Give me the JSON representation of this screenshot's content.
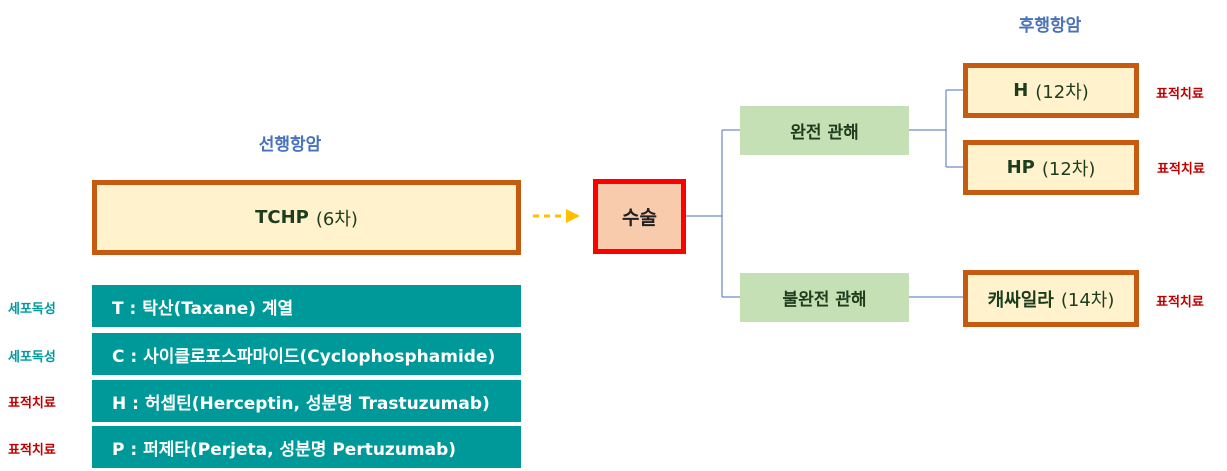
{
  "labels": {
    "neoadjuvant": "선행항암",
    "adjuvant": "후행항암"
  },
  "regimen": {
    "name": "TCHP",
    "cycles": "(6차)"
  },
  "surgery": "수술",
  "responses": {
    "complete": "완전 관해",
    "incomplete": "불완전 관해"
  },
  "adjuvant_boxes": [
    {
      "name": "H",
      "cycles": "(12차)",
      "tag": "표적치료"
    },
    {
      "name": "HP",
      "cycles": "(12차)",
      "tag": "표적치료"
    },
    {
      "name": "캐싸일라",
      "cycles": "(14차)",
      "tag": "표적치료"
    }
  ],
  "drugs": [
    {
      "tag": "세포독성",
      "text": "T : 탁산(Taxane) 계열"
    },
    {
      "tag": "세포독성",
      "text": "C : 사이클로포스파마이드(Cyclophosphamide)"
    },
    {
      "tag": "표적치료",
      "text": "H : 허셉틴(Herceptin, 성분명 Trastuzumab)"
    },
    {
      "tag": "표적치료",
      "text": "P : 퍼제타(Perjeta, 성분명 Pertuzumab)"
    }
  ],
  "colors": {
    "orange_border": "#c55a11",
    "box_fill": "#fff2cc",
    "surgery_border": "#ff0000",
    "surgery_fill": "#f8cbad",
    "green_fill": "#c5e0b4",
    "teal": "#009999",
    "red_text": "#c00000",
    "blue_label": "#4a72b8",
    "arrow": "#ffc000",
    "connector": "#4a72b8"
  }
}
